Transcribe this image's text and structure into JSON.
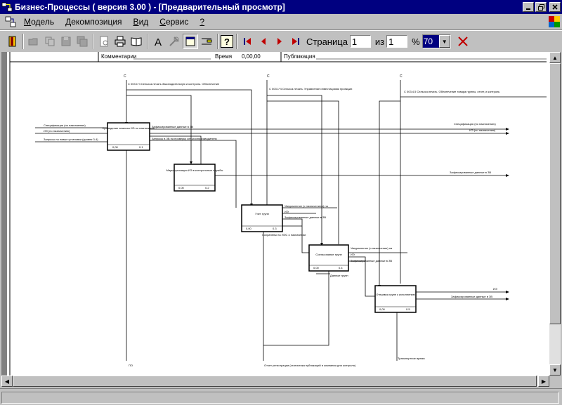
{
  "window": {
    "title": "Бизнес-Процессы ( версия 3.00 ) - [Предварительный просмотр]",
    "buttons": [
      "minimize",
      "restore",
      "close"
    ]
  },
  "menu": {
    "items": [
      {
        "label": "Модель",
        "underline": "М",
        "rest": "одель"
      },
      {
        "label": "Декомпозиция",
        "underline": "Д",
        "rest": "екомпозиция"
      },
      {
        "label": "Вид",
        "underline": "В",
        "rest": "ид"
      },
      {
        "label": "Сервис",
        "underline": "С",
        "rest": "ервис"
      },
      {
        "label": "?",
        "underline": "?",
        "rest": ""
      }
    ]
  },
  "toolbar": {
    "page_label": "Страница",
    "page_value": "1",
    "of_label": "из",
    "of_value": "1",
    "percent_label": "%",
    "zoom_value": "70"
  },
  "diagram": {
    "header": {
      "comment_label": "Комментарии",
      "time_label": "Время",
      "time_value": "0,00,00",
      "publication_label": "Публикация"
    },
    "controls": {
      "c_left_label": "С",
      "c_mid_label": "С",
      "c_right_label": "С",
      "c1": "С 003.1*4 Сельхоз.печать Законодательную и контроль. Обеспечение",
      "c2": "С 003.1*4 Сельхоз.печать. Управление инвестициями проекции",
      "c3": "С 003.4.5 Сельхоз.печать. Обеспечение товара группы, отчет, и контроль"
    },
    "inputs": {
      "i1": "Спецификация (по назначению)",
      "i2": "ИЭ (по назначению)",
      "i3": "Запросы на новые установки (уровня 3-4)"
    },
    "boxes": [
      {
        "title": "Проведение анализа ИЭ по назначению",
        "cost": "0,00",
        "num": "0.1"
      },
      {
        "title": "Маршрутизация ИЭ в контрольные службы",
        "cost": "0,00",
        "num": "0.2"
      },
      {
        "title": "Учет групп",
        "cost": "0,00",
        "num": "0.3"
      },
      {
        "title": "Согласование групп",
        "cost": "0,00",
        "num": "0.4"
      },
      {
        "title": "Отправка групп к исполнению",
        "cost": "0,00",
        "num": "0.5"
      }
    ],
    "arrows": {
      "a1": "Зафиксированные данные в ЗВ",
      "a2": "Запросы в ЗВ на проверку сельхозпроизводителя",
      "out1": "Спецификация (по назначению)",
      "out2": "ИЭ (по назначению)",
      "out3": "Зафиксированные данные в ЗВ",
      "b3a": "Уведомление (с назначением) на",
      "b3b": "ИЭ",
      "b3c": "Зафиксированные данные в ЗВ",
      "b3d": "Сохранены на ИЭС о назначении",
      "b4a": "Уведомление (о назначении) на",
      "b4b": "ИЭ",
      "b4c": "Зафиксированные данные в ЗВ",
      "b4d": "Данные групп",
      "out4": "ИЭ",
      "out5": "Зафиксированные данные в ЗВ",
      "m1": "ПО",
      "m2": "Отчет регистрации (статистика публикаций в компании для контроля)",
      "m3": "Транспортное время"
    }
  }
}
